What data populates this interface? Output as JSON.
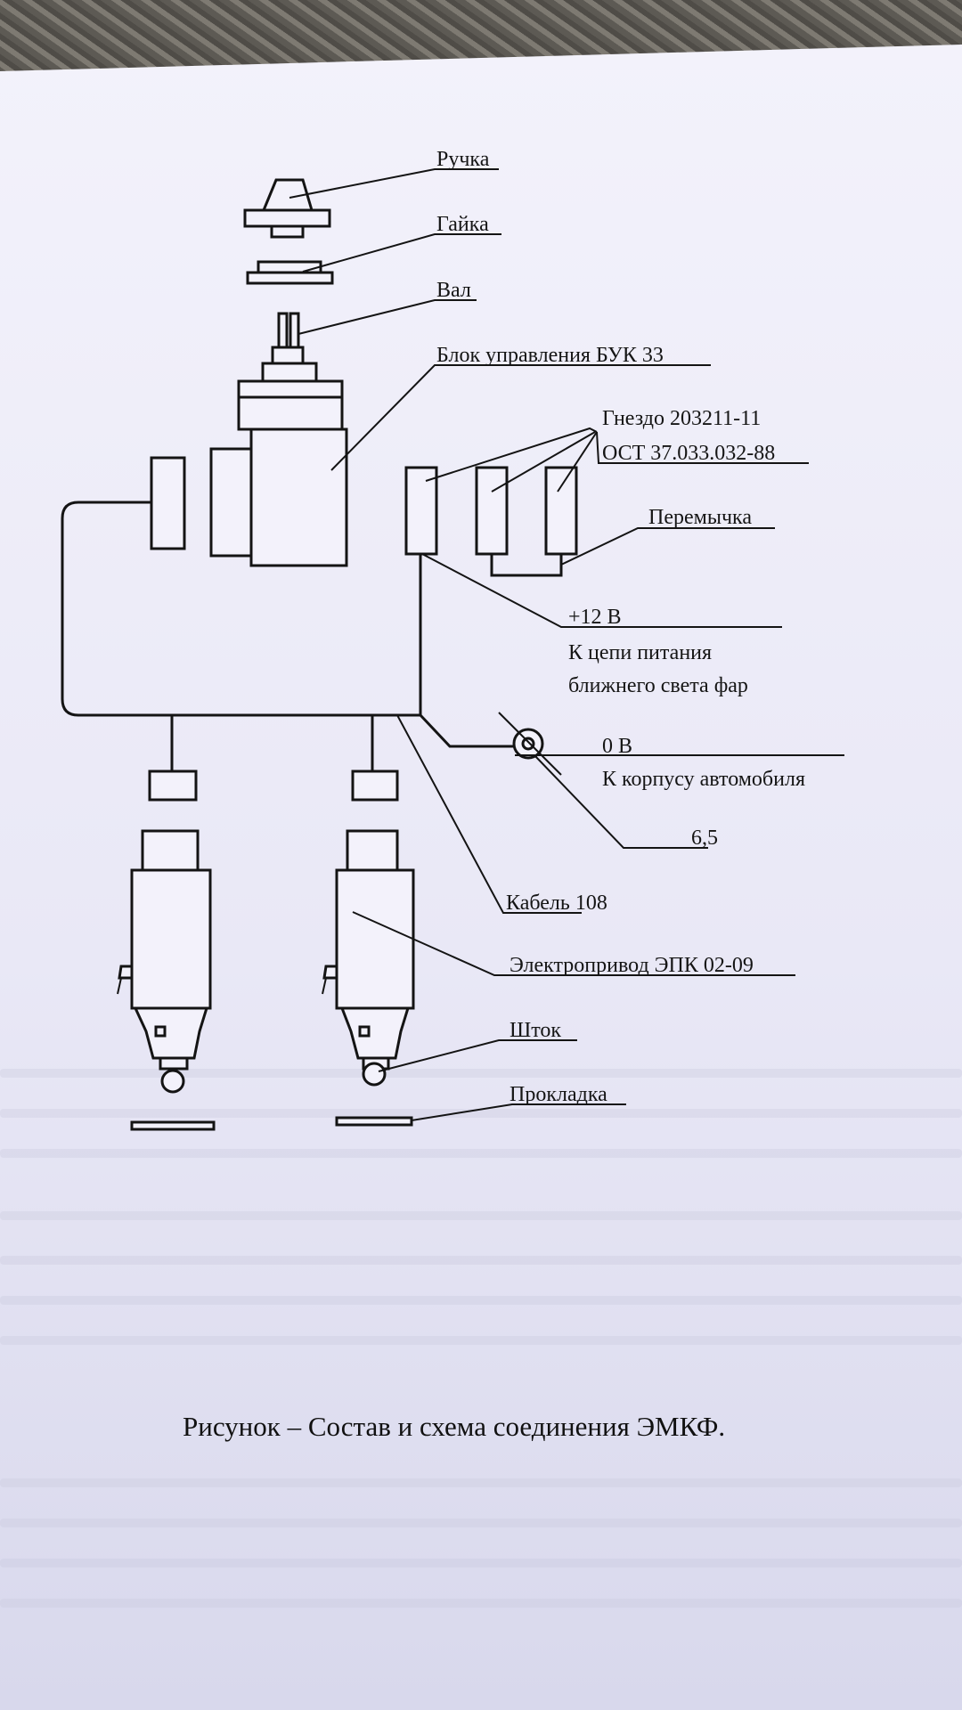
{
  "labels": {
    "handle": "Ручка",
    "nut": "Гайка",
    "shaft": "Вал",
    "control_block": "Блок управления БУК 33",
    "socket_line1": "Гнездо 203211-11",
    "socket_line2": "ОСТ 37.033.032-88",
    "jumper": "Перемычка",
    "plus12_voltage": "+12 В",
    "plus12_desc_line1": "К цепи питания",
    "plus12_desc_line2": "ближнего света фар",
    "zero_voltage": "0 В",
    "zero_desc": "К корпусу автомобиля",
    "dimension": "6,5",
    "cable": "Кабель 108",
    "actuator": "Электропривод ЭПК 02-09",
    "rod": "Шток",
    "gasket": "Прокладка"
  },
  "caption": "Рисунок – Состав и схема соединения ЭМКФ.",
  "colors": {
    "paper": "#f3f2fb",
    "ink": "#141414",
    "background": "#6f6b64"
  }
}
